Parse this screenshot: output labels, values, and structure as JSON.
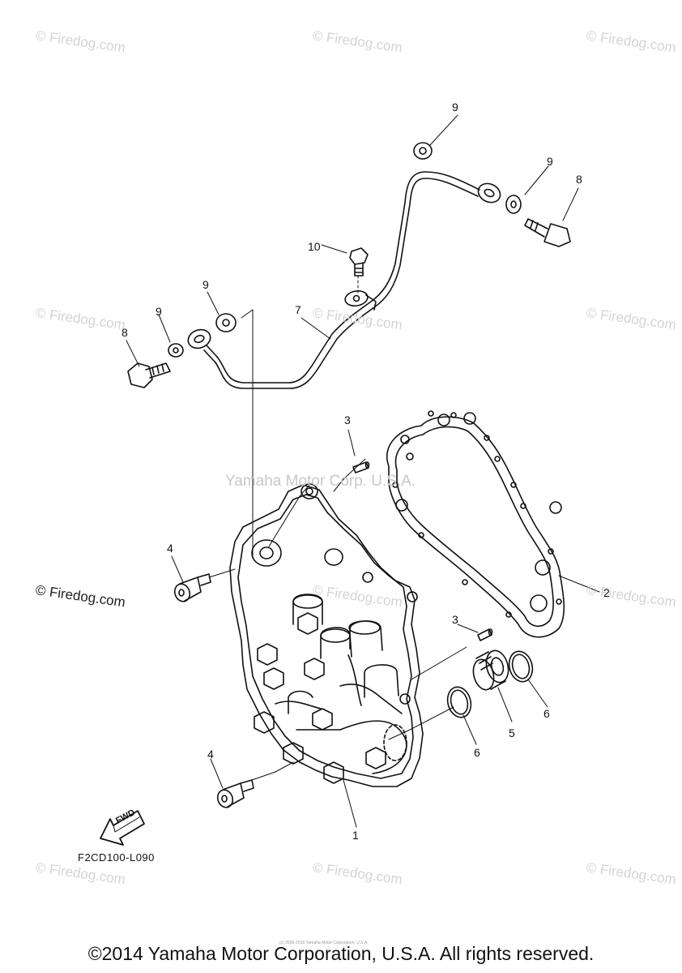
{
  "watermarks": {
    "site": "© Firedog.com",
    "center": "Yamaha Motor Corp. U.S.A."
  },
  "callouts": [
    "1",
    "2",
    "3",
    "3",
    "4",
    "4",
    "5",
    "6",
    "6",
    "7",
    "8",
    "8",
    "9",
    "9",
    "9",
    "9",
    "10"
  ],
  "arrow_label": "FWD",
  "diagram_code": "F2CD100-L090",
  "copyright": "©2014 Yamaha Motor Corporation, U.S.A. All rights reserved.",
  "fine_print": "(c) 2005-2016 Yamaha Motor Corporation, U.S.A.",
  "colors": {
    "line": "#111111",
    "watermark": "#d4d4d4"
  }
}
